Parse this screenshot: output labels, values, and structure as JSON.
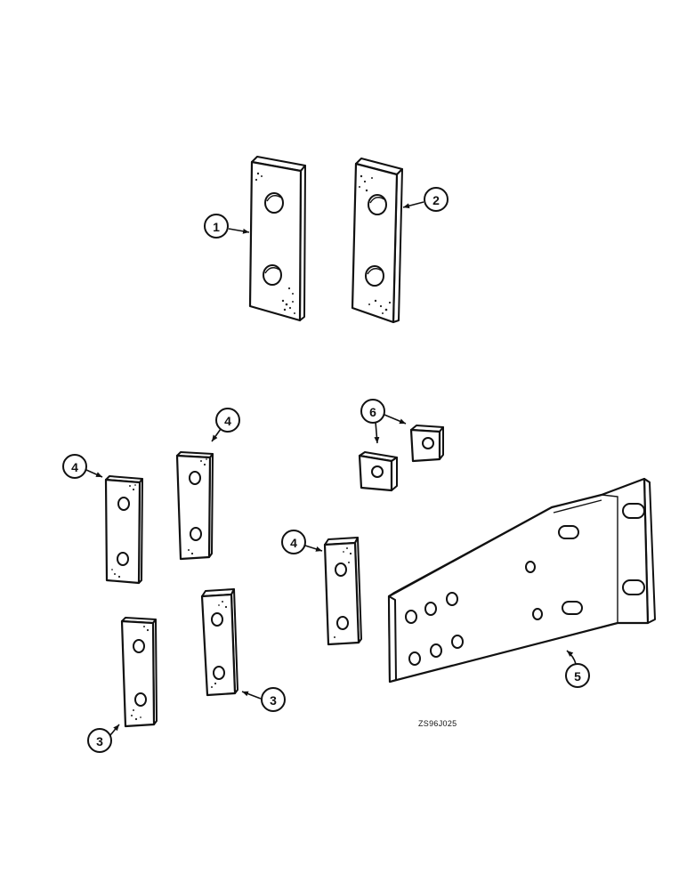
{
  "drawing_code": "ZS96J025",
  "callouts": [
    "1",
    "2",
    "3",
    "4",
    "5",
    "6"
  ],
  "colors": {
    "ink": "#111111",
    "background": "#ffffff"
  }
}
